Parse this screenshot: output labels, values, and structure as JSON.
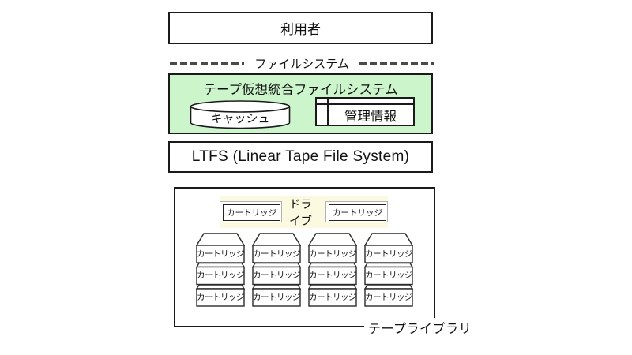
{
  "colors": {
    "vfs_fill": "#ccf5cc",
    "drive_fill": "#fbfae1",
    "border_dark": "#1a1a1a",
    "outline_gray": "#b3b3b3",
    "dash_gray": "#4a4a4a"
  },
  "user_box": {
    "label": "利用者"
  },
  "divider": {
    "label": "ファイルシステム"
  },
  "vfs_box": {
    "title": "テープ仮想統合ファイルシステム",
    "cache": {
      "label": "キャッシュ"
    },
    "mgmt": {
      "label": "管理情報"
    }
  },
  "ltfs_box": {
    "label": "LTFS (Linear Tape File System)"
  },
  "library": {
    "caption": "テープライブラリ",
    "drive": {
      "label": "ドライブ",
      "cartridge_left": "カートリッジ",
      "cartridge_right": "カートリッジ"
    },
    "stacks": [
      {
        "cartridges": [
          "カートリッジ",
          "カートリッジ",
          "カートリッジ"
        ]
      },
      {
        "cartridges": [
          "カートリッジ",
          "カートリッジ",
          "カートリッジ"
        ]
      },
      {
        "cartridges": [
          "カートリッジ",
          "カートリッジ",
          "カートリッジ"
        ]
      },
      {
        "cartridges": [
          "カートリッジ",
          "カートリッジ",
          "カートリッジ"
        ]
      }
    ]
  }
}
